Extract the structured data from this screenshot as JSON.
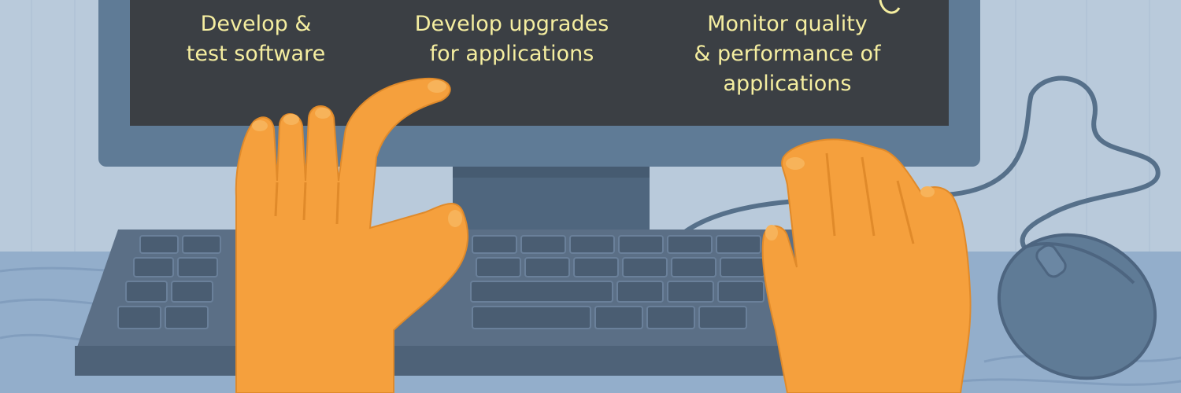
{
  "screen": {
    "columns": [
      {
        "lines": [
          "Develop &",
          "test software"
        ]
      },
      {
        "lines": [
          "Develop upgrades",
          "for applications"
        ]
      },
      {
        "lines": [
          "Monitor quality",
          "& performance of",
          "applications"
        ]
      }
    ]
  },
  "colors": {
    "wall": "#b9cadb",
    "desk": "#93aecb",
    "monitor": "#5f7b96",
    "screen": "#3b3f44",
    "screen_text": "#f5eea0",
    "keyboard": "#5b6f86",
    "key": "#4a5d72",
    "hand": "#f5a03d",
    "mouse": "#5f7b96"
  },
  "icons": [
    "hand-left-icon",
    "hand-right-icon",
    "mouse-icon",
    "keyboard-icon",
    "monitor-icon"
  ]
}
